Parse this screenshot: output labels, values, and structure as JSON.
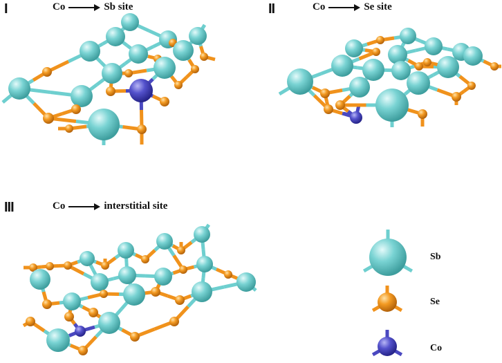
{
  "panels": [
    {
      "label": "I",
      "element": "Co",
      "site": "Sb site"
    },
    {
      "label": "II",
      "element": "Co",
      "site": "Se site"
    },
    {
      "label": "III",
      "element": "Co",
      "site": "interstitial site"
    }
  ],
  "legend": [
    {
      "label": "Sb",
      "color": "#6ECFCF"
    },
    {
      "label": "Se",
      "color": "#F0921C"
    },
    {
      "label": "Co",
      "color": "#4A48C0"
    }
  ],
  "colors": {
    "bond_sb": "#6ECFCF",
    "bond_se": "#F0921C",
    "bond_co": "#4A48C0"
  }
}
